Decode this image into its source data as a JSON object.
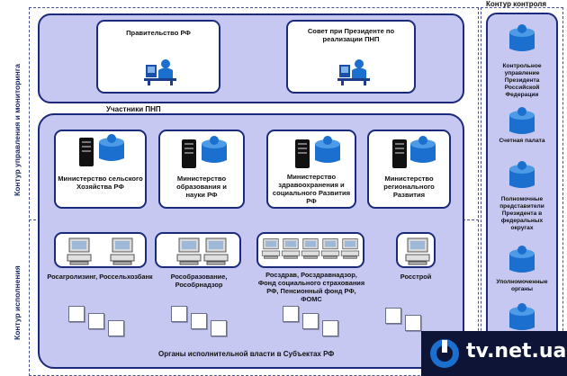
{
  "frames": {
    "monitoring_label": "Контур управления и мониторинга",
    "execution_label": "Контур исполнения",
    "control_label": "Контур контроля"
  },
  "top": {
    "government": "Правительство РФ",
    "council": "Совет при Президенте по реализации ПНП"
  },
  "participants": {
    "title": "Участники ПНП",
    "ministries": [
      "Министерство сельского Хозяйства РФ",
      "Министерство образования и науки РФ",
      "Министерство здравоохранения и социального Развития РФ",
      "Министерство регионального Развития"
    ]
  },
  "execution": {
    "groups": [
      "Росагролизинг, Россельхозбанк",
      "Рособразование, Рособрнадзор",
      "Росздрав, Росздравнадзор, Фонд социального страхования РФ, Пенсионный фонд РФ, ФОМС",
      "Росстрой"
    ],
    "regional": "Органы исполнительной власти в Субъектах РФ"
  },
  "control": {
    "items": [
      "Контрольное управление Президента Российской Федерации",
      "Счетная палата",
      "Полномочные представители Президента в федеральных округах",
      "Уполномоченные органы"
    ]
  },
  "icons": {
    "person": "person-at-desk-icon",
    "database": "database-cylinder-icon",
    "server": "server-tower-icon",
    "computer": "desktop-computer-icon",
    "document": "document-square-icon"
  },
  "colors": {
    "panel_fill": "#c7c8f1",
    "border": "#1b2a7a",
    "accent_blue": "#1a6fcf"
  },
  "watermark": {
    "text": "tv.net.ua"
  }
}
